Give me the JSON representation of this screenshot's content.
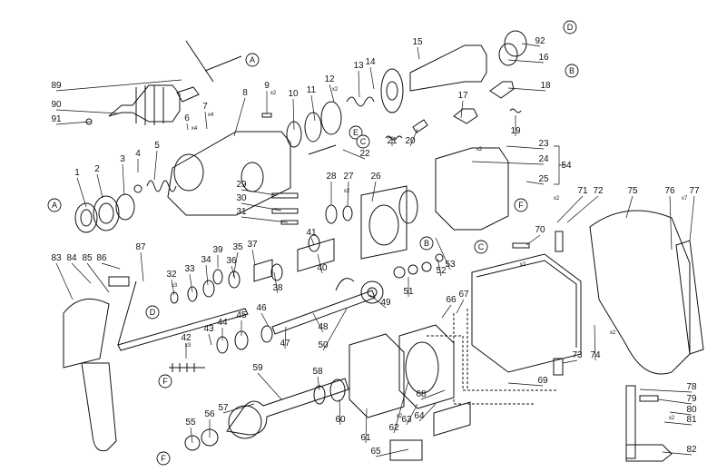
{
  "diagram": {
    "part_numbers": [
      "1",
      "2",
      "3",
      "4",
      "5",
      "6",
      "7",
      "8",
      "9",
      "10",
      "11",
      "12",
      "13",
      "14",
      "15",
      "16",
      "17",
      "18",
      "19",
      "20",
      "21",
      "22",
      "23",
      "24",
      "25",
      "26",
      "27",
      "28",
      "29",
      "30",
      "31",
      "32",
      "33",
      "34",
      "35",
      "36",
      "37",
      "38",
      "39",
      "40",
      "41",
      "42",
      "43",
      "44",
      "45",
      "46",
      "47",
      "48",
      "49",
      "50",
      "51",
      "52",
      "53",
      "54",
      "55",
      "56",
      "57",
      "58",
      "59",
      "60",
      "61",
      "62",
      "63",
      "64",
      "65",
      "66",
      "67",
      "68",
      "69",
      "70",
      "71",
      "72",
      "73",
      "74",
      "75",
      "76",
      "77",
      "78",
      "79",
      "80",
      "81",
      "82",
      "83",
      "84",
      "85",
      "86",
      "87",
      "89",
      "90",
      "91",
      "92"
    ],
    "reference_letters": [
      "A",
      "B",
      "C",
      "D",
      "E",
      "F"
    ],
    "quantity_marks": [
      "x2",
      "x4",
      "x3",
      "x7"
    ]
  }
}
